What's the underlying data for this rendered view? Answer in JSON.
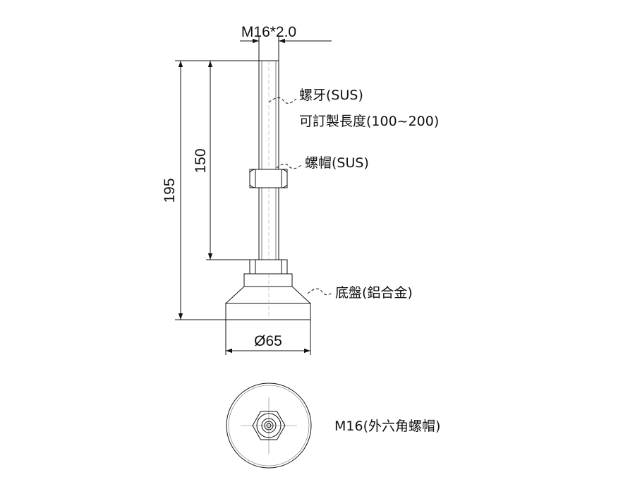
{
  "dimensions": {
    "thread_spec": "M16*2.0",
    "overall_height": "195",
    "stud_length": "150",
    "base_diameter": "Ø65"
  },
  "callouts": {
    "thread_line1": "螺牙(SUS)",
    "thread_line2": "可訂製長度(100~200)",
    "nut": "螺帽(SUS)",
    "base": "底盤(鋁合金)"
  },
  "top_view": {
    "label": "M16(外六角螺帽)"
  }
}
